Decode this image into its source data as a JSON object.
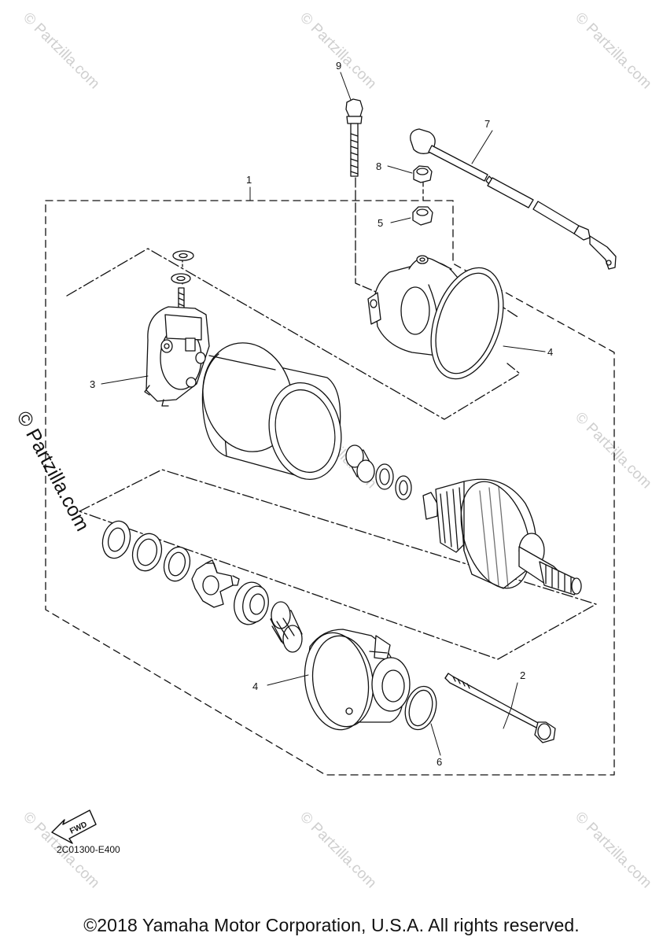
{
  "watermark": "© Partzilla.com",
  "watermark_large": "© Partzilla.com",
  "callouts": [
    "1",
    "2",
    "3",
    "4",
    "4",
    "5",
    "6",
    "7",
    "8",
    "9"
  ],
  "fwd_label": "FWD",
  "diagram_code": "2C01300-E400",
  "copyright": "©2018 Yamaha Motor Corporation, U.S.A. All rights reserved."
}
